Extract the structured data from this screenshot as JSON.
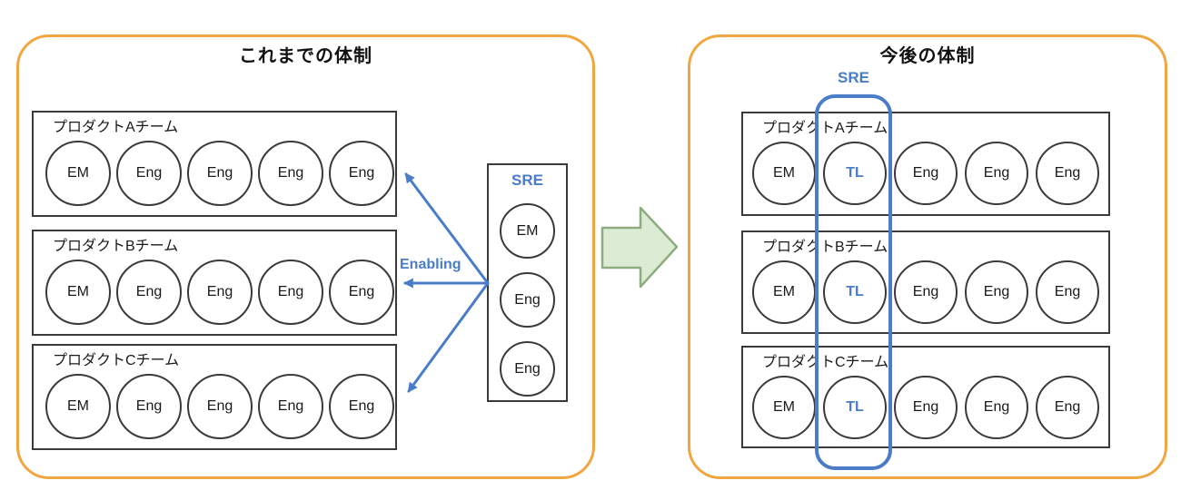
{
  "colors": {
    "panel_border": "#F0A741",
    "accent_blue": "#4A7CC8",
    "green_arrow_fill": "#DCEBD3",
    "green_arrow_stroke": "#8FAC80",
    "box_border": "#3a3a3a"
  },
  "left": {
    "title": "これまでの体制",
    "teams": [
      {
        "name": "プロダクトAチーム",
        "members": [
          "EM",
          "Eng",
          "Eng",
          "Eng",
          "Eng"
        ]
      },
      {
        "name": "プロダクトBチーム",
        "members": [
          "EM",
          "Eng",
          "Eng",
          "Eng",
          "Eng"
        ]
      },
      {
        "name": "プロダクトCチーム",
        "members": [
          "EM",
          "Eng",
          "Eng",
          "Eng",
          "Eng"
        ]
      }
    ],
    "sre": {
      "title": "SRE",
      "members": [
        "EM",
        "Eng",
        "Eng"
      ]
    },
    "arrow_label": "Enabling"
  },
  "right": {
    "title": "今後の体制",
    "sre_label": "SRE",
    "teams": [
      {
        "name": "プロダクトAチーム",
        "members": [
          "EM",
          "TL",
          "Eng",
          "Eng",
          "Eng"
        ]
      },
      {
        "name": "プロダクトBチーム",
        "members": [
          "EM",
          "TL",
          "Eng",
          "Eng",
          "Eng"
        ]
      },
      {
        "name": "プロダクトCチーム",
        "members": [
          "EM",
          "TL",
          "Eng",
          "Eng",
          "Eng"
        ]
      }
    ]
  }
}
